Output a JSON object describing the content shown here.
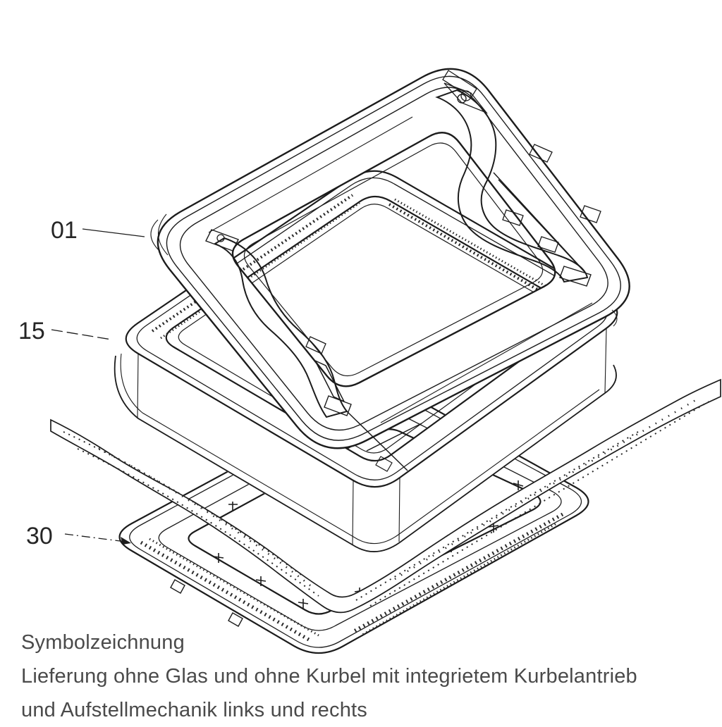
{
  "diagram": {
    "labels": {
      "part01": "01",
      "part15": "15",
      "part30": "30"
    },
    "caption": {
      "line1": "Symbolzeichnung",
      "line2": "Lieferung ohne Glas und ohne Kurbel mit integrietem Kurbelantrieb",
      "line3": "und Aufstellmechanik links und rechts"
    },
    "colors": {
      "ink": "#1c1c1c",
      "caption_text": "#4a4a4a",
      "background": "#ffffff"
    }
  }
}
